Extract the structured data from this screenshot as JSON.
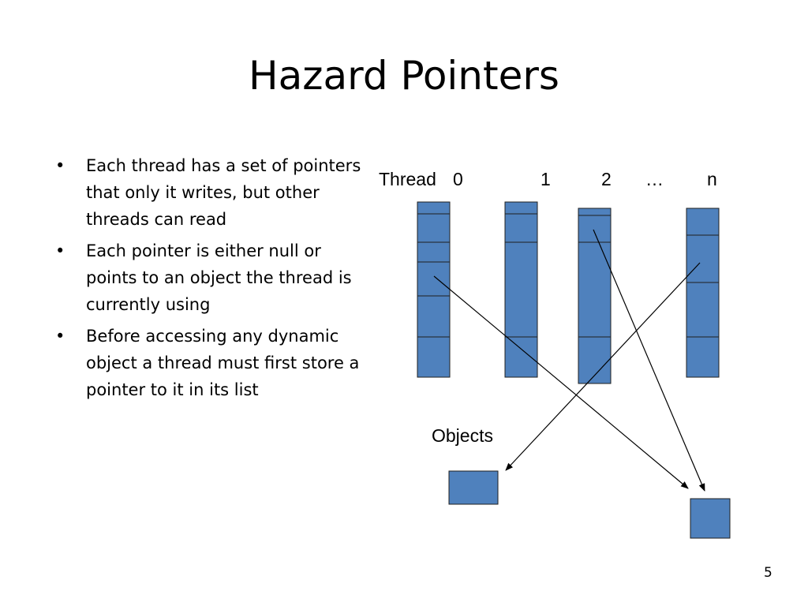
{
  "slide": {
    "title": "Hazard Pointers",
    "page_number": "5",
    "bullets": [
      {
        "symbol": "•",
        "text": "Each thread has a set of pointers that only it writes, but other threads can read"
      },
      {
        "symbol": "•",
        "text": "Each pointer is either null or points to an object the thread is currently using"
      },
      {
        "symbol": "•",
        "text": "Before accessing any dynamic object a thread must first store a pointer to it in its list"
      }
    ]
  },
  "diagram": {
    "thread_label": "Thread",
    "thread_indices": [
      "0",
      "1",
      "2",
      "…",
      "n"
    ],
    "objects_label": "Objects",
    "colors": {
      "block_fill": "#4f81bd",
      "block_stroke": "#1f1f1f",
      "arrow": "#000000"
    }
  }
}
